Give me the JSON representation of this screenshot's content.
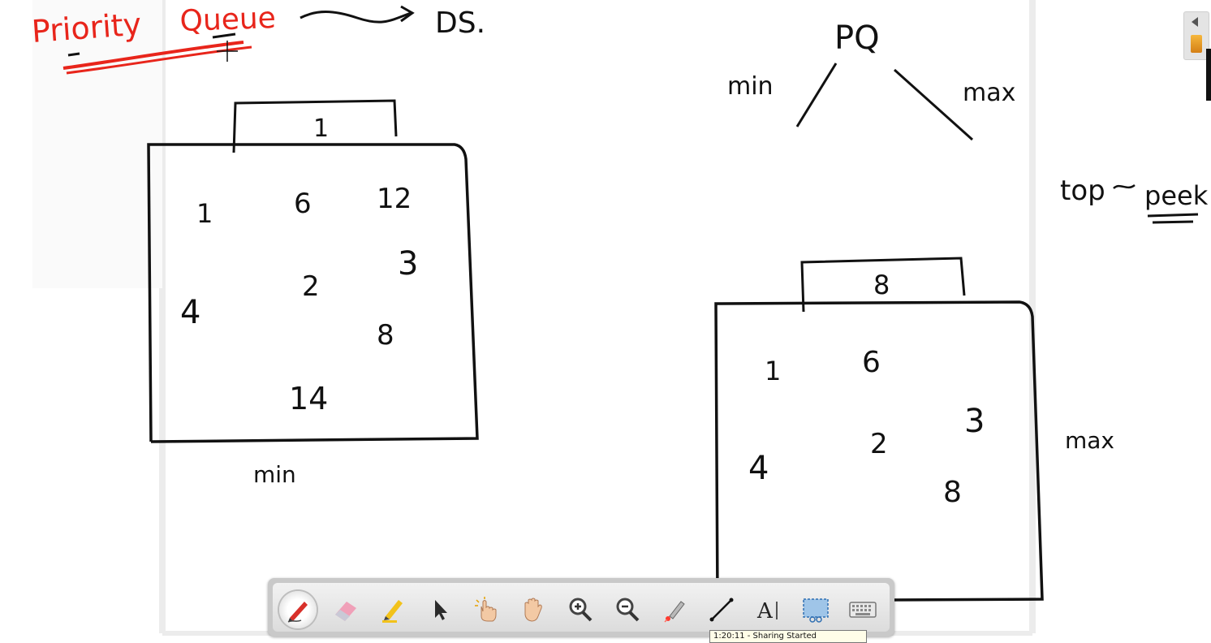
{
  "whiteboard": {
    "title_word1": "Priority",
    "title_word2": "Queue",
    "title_target": "DS.",
    "tree_root": "PQ",
    "tree_left": "min",
    "tree_right": "max",
    "note_top": "top",
    "note_peek": "peek",
    "min_box": {
      "lid_value": "1",
      "values": [
        "1",
        "6",
        "12",
        "3",
        "4",
        "2",
        "8",
        "14"
      ],
      "caption": "min"
    },
    "max_box": {
      "lid_value": "8",
      "values": [
        "1",
        "6",
        "3",
        "4",
        "2",
        "8"
      ],
      "caption": "max"
    },
    "ink_color": "#111111",
    "highlight_color": "#e8251b"
  },
  "toolbar": {
    "tools": [
      {
        "name": "pen-icon",
        "active": true
      },
      {
        "name": "eraser-icon"
      },
      {
        "name": "highlighter-icon"
      },
      {
        "name": "pointer-icon"
      },
      {
        "name": "click-hand-icon"
      },
      {
        "name": "pan-hand-icon"
      },
      {
        "name": "zoom-in-icon"
      },
      {
        "name": "zoom-out-icon"
      },
      {
        "name": "laser-pointer-icon"
      },
      {
        "name": "line-icon"
      },
      {
        "name": "text-icon",
        "label": "A"
      },
      {
        "name": "screen-capture-icon"
      },
      {
        "name": "keyboard-icon"
      }
    ],
    "tooltip": "1:20:11 - Sharing Started"
  }
}
